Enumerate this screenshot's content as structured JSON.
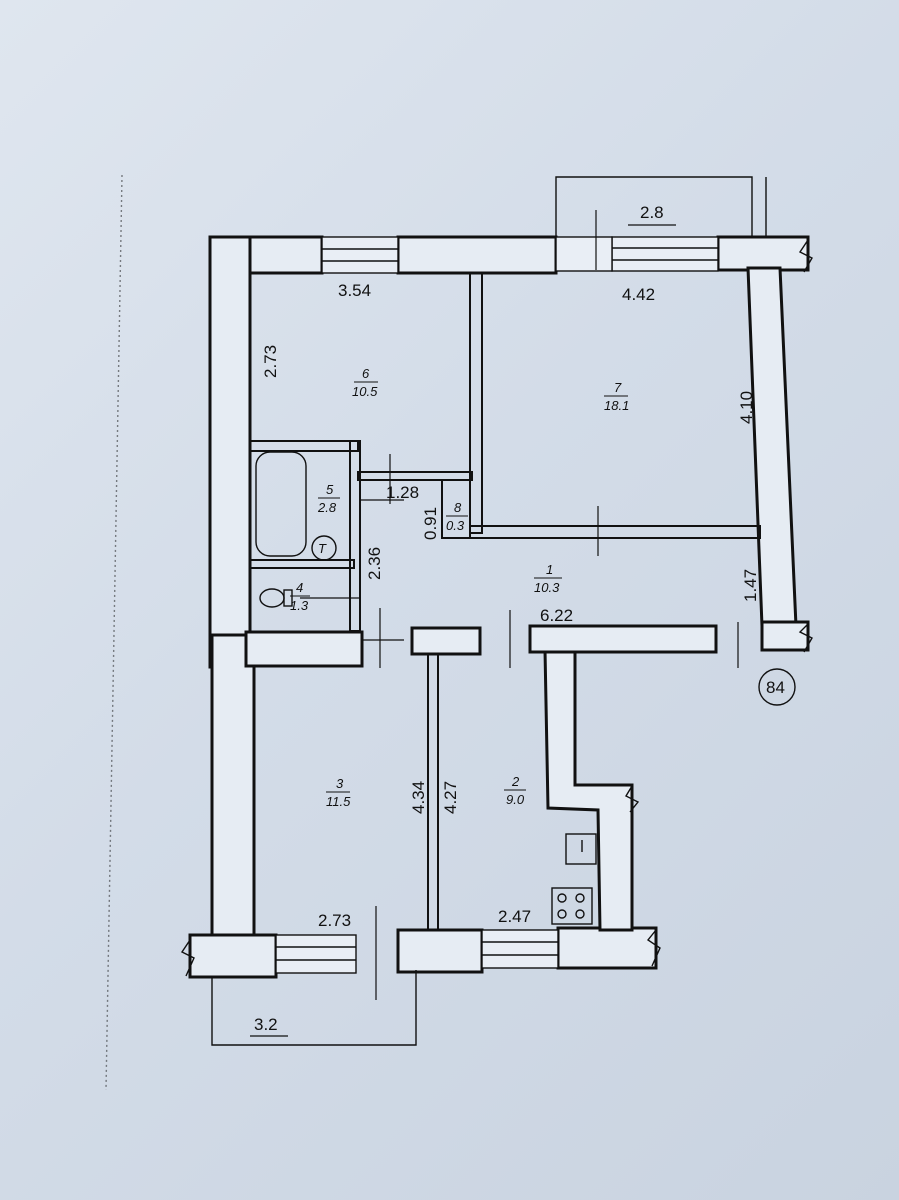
{
  "plan_number": "84",
  "rooms": [
    {
      "id": "1",
      "num": "1",
      "area": "10.3"
    },
    {
      "id": "2",
      "num": "2",
      "area": "9.0"
    },
    {
      "id": "3",
      "num": "3",
      "area": "11.5"
    },
    {
      "id": "4",
      "num": "4",
      "area": "1.3"
    },
    {
      "id": "5",
      "num": "5",
      "area": "2.8"
    },
    {
      "id": "6",
      "num": "6",
      "area": "10.5"
    },
    {
      "id": "7",
      "num": "7",
      "area": "18.1"
    },
    {
      "id": "8",
      "num": "8",
      "area": "0.3"
    }
  ],
  "dimensions": {
    "balcony_top": "2.8",
    "room6_width": "3.54",
    "room7_width": "4.42",
    "room6_depth": "2.73",
    "room7_depth": "4.10",
    "bath_width": "1.28",
    "closet_depth": "0.91",
    "hall_depth": "2.36",
    "hall_width": "6.22",
    "hall_right": "1.47",
    "room3_depth": "4.34",
    "room2_depth": "4.27",
    "room3_width": "2.73",
    "room2_width": "2.47",
    "balcony_bottom": "3.2"
  }
}
